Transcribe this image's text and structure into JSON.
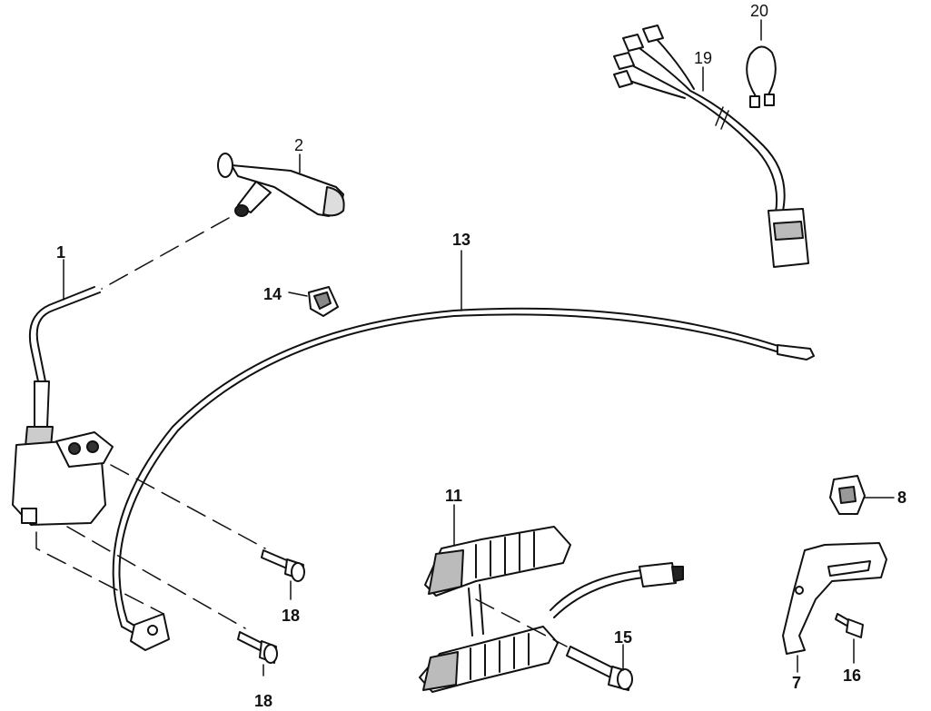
{
  "callouts": {
    "c1": "1",
    "c2": "2",
    "c7": "7",
    "c8": "8",
    "c11": "11",
    "c13": "13",
    "c14": "14",
    "c15": "15",
    "c16": "16",
    "c18a": "18",
    "c18b": "18",
    "c19": "19",
    "c20": "20"
  }
}
